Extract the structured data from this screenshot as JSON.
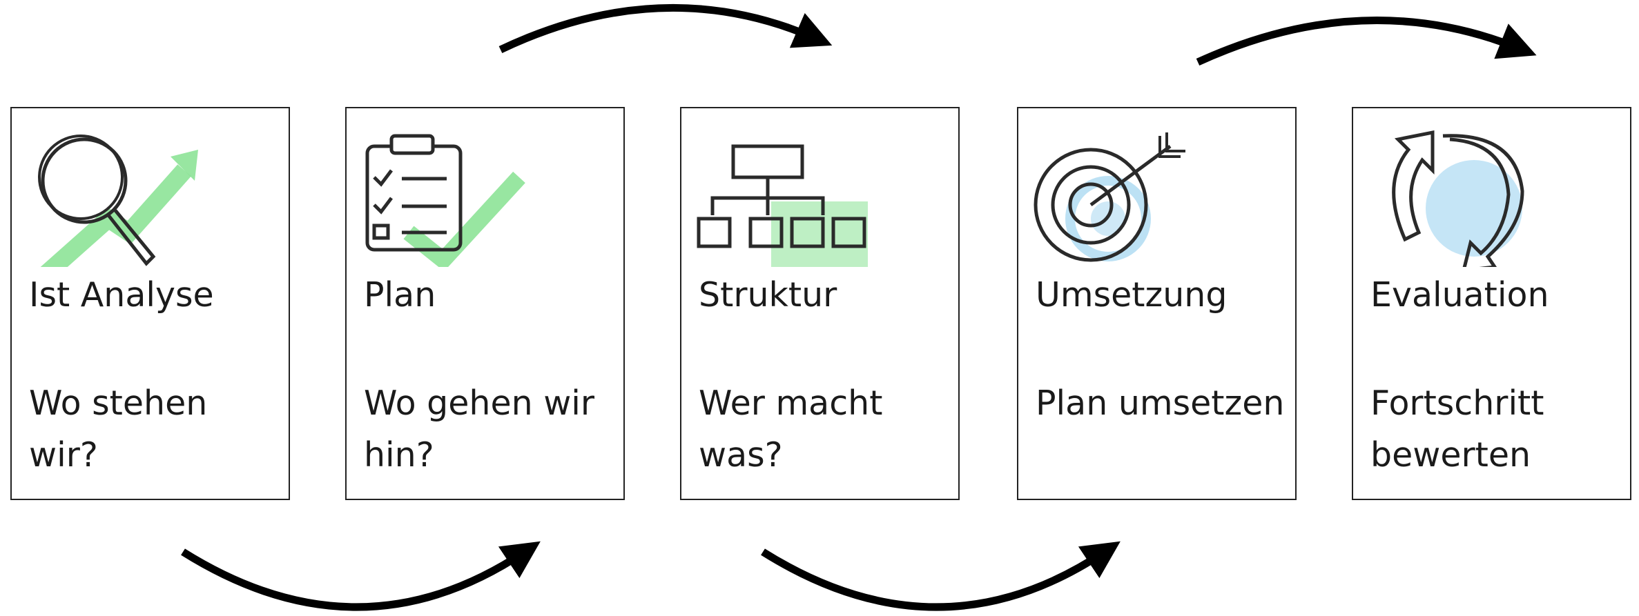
{
  "steps": [
    {
      "title": "Ist Analyse",
      "question": "Wo stehen wir?",
      "icon": "magnifier-icon",
      "accent": "#7ee08a"
    },
    {
      "title": "Plan",
      "question": "Wo gehen wir hin?",
      "icon": "clipboard-checklist-icon",
      "accent": "#7ee08a"
    },
    {
      "title": "Struktur",
      "question": "Wer macht was?",
      "icon": "org-chart-icon",
      "accent": "#7ee08a"
    },
    {
      "title": "Umsetzung",
      "question": "Plan umsetzen",
      "icon": "target-arrow-icon",
      "accent": "#9fd4f0"
    },
    {
      "title": "Evaluation",
      "question": "Fortschritt bewerten",
      "icon": "cycle-arrows-icon",
      "accent": "#9fd4f0"
    }
  ],
  "colors": {
    "stroke": "#2a2a2a",
    "border": "#222222",
    "arrow": "#000000"
  }
}
